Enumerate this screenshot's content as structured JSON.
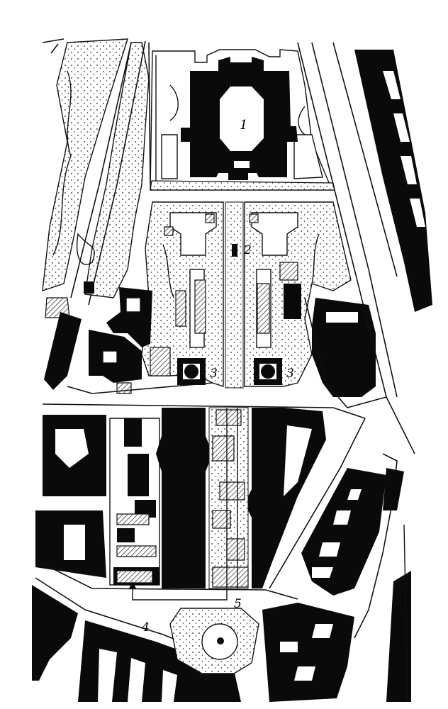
{
  "labels": {
    "cathedral": "1",
    "square": "2",
    "pavilion_left": "3",
    "pavilion_right": "3",
    "street": "4",
    "route": "5"
  },
  "colors": {
    "building": "#0a0a0a",
    "paper": "#ffffff",
    "line": "#111111"
  },
  "icons": {
    "route_marker": "arrow-up-icon",
    "monument": "dot-icon"
  }
}
